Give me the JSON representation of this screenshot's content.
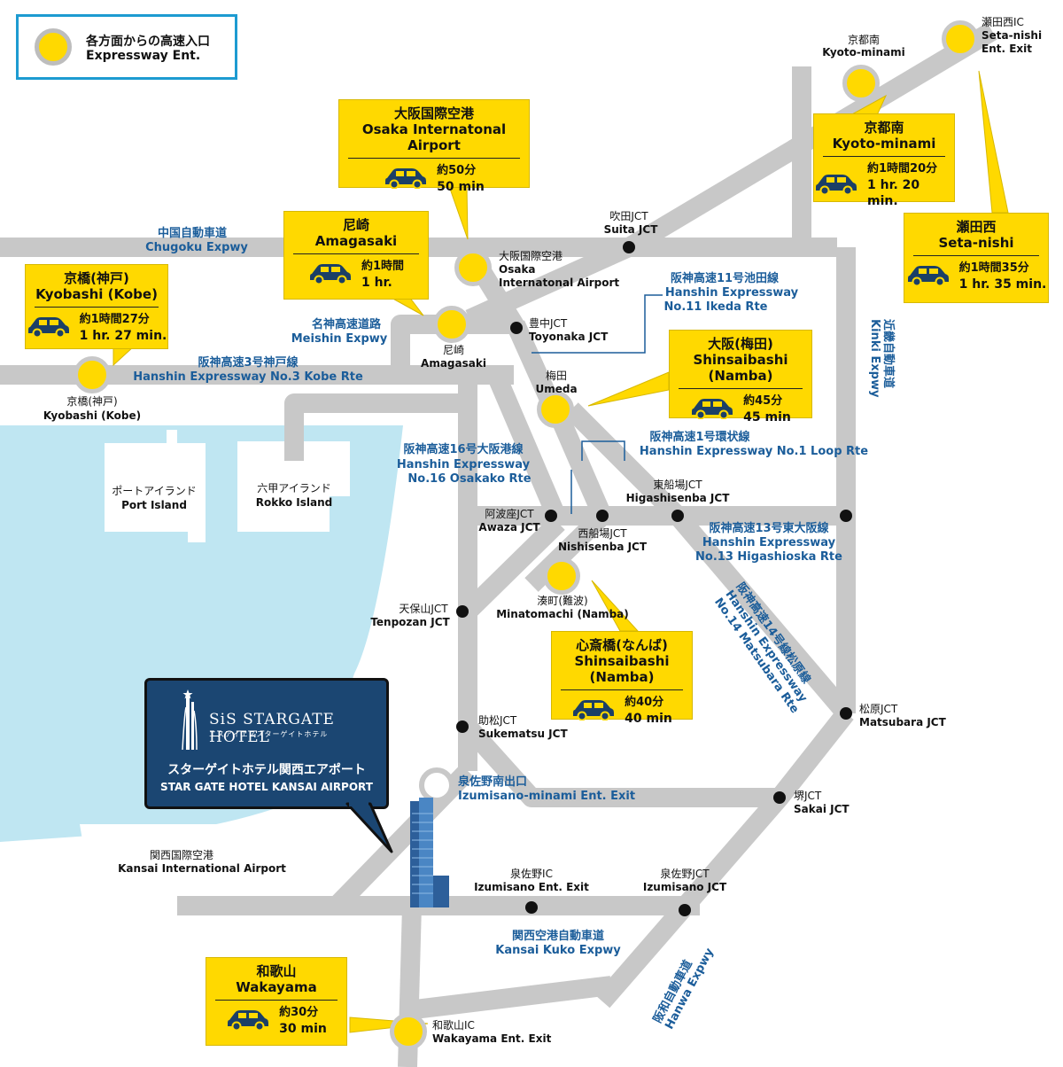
{
  "legend": {
    "jp": "各方面からの高速入口",
    "en": "Expressway Ent."
  },
  "colors": {
    "road": "#c8c8c8",
    "sea": "#bfe6f2",
    "yellow": "#ffd900",
    "blue_text": "#1b5d9a",
    "hotel_bg": "#1b4672",
    "legend_border": "#1d9bd1"
  },
  "boxes": {
    "osaka_airport": {
      "jp": "大阪国際空港",
      "en": "Osaka Internatonal Airport",
      "time_jp": "約50分",
      "time_en": "50 min"
    },
    "kyoto_minami": {
      "jp": "京都南",
      "en": "Kyoto-minami",
      "time_jp": "約1時間20分",
      "time_en": "1 hr. 20 min."
    },
    "amagasaki": {
      "jp": "尼崎",
      "en": "Amagasaki",
      "time_jp": "約1時間",
      "time_en": "1 hr."
    },
    "seta_nishi": {
      "jp": "瀬田西",
      "en": "Seta-nishi",
      "time_jp": "約1時間35分",
      "time_en": "1 hr. 35 min."
    },
    "kyobashi": {
      "jp": "京橋(神戸)",
      "en": "Kyobashi (Kobe)",
      "time_jp": "約1時間27分",
      "time_en": "1 hr. 27 min."
    },
    "umeda": {
      "jp": "大阪(梅田)",
      "en": "Shinsaibashi (Namba)",
      "time_jp": "約45分",
      "time_en": "45 min"
    },
    "namba": {
      "jp": "心斎橋(なんば)",
      "en": "Shinsaibashi (Namba)",
      "time_jp": "約40分",
      "time_en": "40 min"
    },
    "wakayama": {
      "jp": "和歌山",
      "en": "Wakayama",
      "time_jp": "約30分",
      "time_en": "30 min"
    }
  },
  "hotel": {
    "brand": "SiS STARGATE HOTEL",
    "brand_jp": "エスアイエススターゲイトホテル",
    "name_jp": "スターゲイトホテル関西エアポート",
    "name_en": "STAR GATE HOTEL KANSAI AIRPORT"
  },
  "labels": {
    "kyoto_minami_ic": {
      "jp": "京都南",
      "en": "Kyoto-minami"
    },
    "seta_nishi_ic": {
      "jp": "瀬田西IC",
      "en1": "Seta-nishi",
      "en2": "Ent. Exit"
    },
    "suita": {
      "jp": "吹田JCT",
      "en": "Suita JCT"
    },
    "osaka_airport_ic": {
      "jp": "大阪国際空港",
      "en1": "Osaka",
      "en2": "Internatonal Airport"
    },
    "toyonaka": {
      "jp": "豊中JCT",
      "en": "Toyonaka JCT"
    },
    "amagasaki_ic": {
      "jp": "尼崎",
      "en": "Amagasaki"
    },
    "umeda_ic": {
      "jp": "梅田",
      "en": "Umeda"
    },
    "kyobashi_ic": {
      "jp": "京橋(神戸)",
      "en": "Kyobashi (Kobe)"
    },
    "port_island": {
      "jp": "ポートアイランド",
      "en": "Port Island"
    },
    "rokko_island": {
      "jp": "六甲アイランド",
      "en": "Rokko Island"
    },
    "awaza": {
      "jp": "阿波座JCT",
      "en": "Awaza JCT"
    },
    "nishisenba": {
      "jp": "西船場JCT",
      "en": "Nishisenba JCT"
    },
    "higashisenba": {
      "jp": "東船場JCT",
      "en": "Higashisenba JCT"
    },
    "minatomachi": {
      "jp": "湊町(難波)",
      "en": "Minatomachi (Namba)"
    },
    "tenpozan": {
      "jp": "天保山JCT",
      "en": "Tenpozan JCT"
    },
    "sukematsu": {
      "jp": "助松JCT",
      "en": "Sukematsu JCT"
    },
    "matsubara": {
      "jp": "松原JCT",
      "en": "Matsubara JCT"
    },
    "sakai": {
      "jp": "堺JCT",
      "en": "Sakai JCT"
    },
    "izumisano_ic": {
      "jp": "泉佐野IC",
      "en": "Izumisano Ent. Exit"
    },
    "izumisano_jct": {
      "jp": "泉佐野JCT",
      "en": "Izumisano JCT"
    },
    "kansai_airport": {
      "jp": "関西国際空港",
      "en": "Kansai International Airport"
    },
    "wakayama_ic": {
      "jp": "和歌山IC",
      "en": "Wakayama Ent. Exit"
    }
  },
  "routes": {
    "chugoku": {
      "jp": "中国自動車道",
      "en": "Chugoku Expwy"
    },
    "meishin": {
      "jp": "名神高速道路",
      "en": "Meishin Expwy"
    },
    "kobe_rte": {
      "jp": "阪神高速3号神戸線",
      "en": "Hanshin Expressway No.3 Kobe Rte"
    },
    "ikeda_rte": {
      "jp": "阪神高速11号池田線",
      "en1": "Hanshin Expressway",
      "en2": "No.11 Ikeda Rte"
    },
    "kinki": {
      "jp": "近畿自動車道",
      "en": "Kinki Expwy"
    },
    "loop_rte": {
      "jp": "阪神高速1号環状線",
      "en": "Hanshin Expressway No.1 Loop Rte"
    },
    "osakako_rte": {
      "jp": "阪神高速16号大阪港線",
      "en1": "Hanshin Expressway",
      "en2": "No.16 Osakako Rte"
    },
    "higashiosaka_rte": {
      "jp": "阪神高速13号東大阪線",
      "en1": "Hanshin Expressway",
      "en2": "No.13 Higashioska Rte"
    },
    "matsubara_rte": {
      "jp": "阪神高速14号線松原線",
      "en1": "Hanshin Expressway",
      "en2": "No.14 Matsubara Rte"
    },
    "izumisano_minami": {
      "jp": "泉佐野南出口",
      "en": "Izumisano-minami Ent. Exit"
    },
    "kansai_kuko": {
      "jp": "関西空港自動車道",
      "en": "Kansai Kuko Expwy"
    },
    "hanwa": {
      "jp": "阪和自動車道",
      "en": "Hanwa Expwy"
    }
  }
}
